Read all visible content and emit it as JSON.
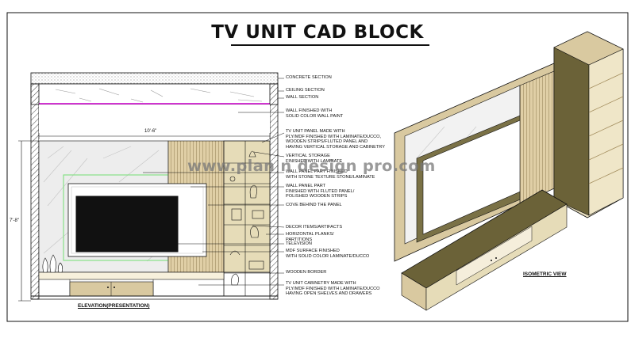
{
  "title": "TV UNIT CAD BLOCK",
  "watermark": "www.plan n design pro.com",
  "captions": {
    "elevation": "ELEVATION(PRESENTATION)",
    "isometric": "ISOMETRIC VIEW"
  },
  "dimensions": {
    "width": "10'-6\"",
    "height": "7'-8\""
  },
  "labels": [
    "CONCRETE SECTION",
    "CEILING SECTION",
    "WALL SECTION",
    "WALL FINISHED WITH\nSOLID COLOR WALL PAINT",
    "TV UNIT PANEL MADE WITH\nPLY/MDF FINISHED WITH LAMINATE/DUCCO,\nWOODEN STRIPS/FLUTED PANEL AND\nHAVING VERTICAL STORAGE AND CABINETRY",
    "VERTICAL STORAGE\nFINISHED WITH LAMINATE",
    "WALL PANEL PART FINISHED\nWITH STONE TEXTURE STONE/LAMINATE",
    "WALL PANEL PART\nFINISHED WITH FLUTED PANEL/\nPOLISHED WOODEN STRIPS",
    "COVE BEHIND THE PANEL",
    "DECOR ITEMS/ARTIFACTS",
    "HORIZONTAL PLANKS/\nPARTITIONS",
    "TELEVISION",
    "MDF SURFACE FINISHED\nWITH SOLID COLOR LAMINATE/DUCCO",
    "WOODEN BORDER",
    "TV UNIT CABINETRY MADE WITH\nPLY/MDF FINISHED WITH LAMINATE/DUCCO\nHAVING OPEN SHELVES AND DRAWERS"
  ],
  "colors": {
    "line": "#111111",
    "wood": "#d9c9a0",
    "dark_wood": "#6b6238",
    "accent_magenta": "#d000d0",
    "cove_green": "#7fe07f",
    "stone": "#ececec"
  }
}
